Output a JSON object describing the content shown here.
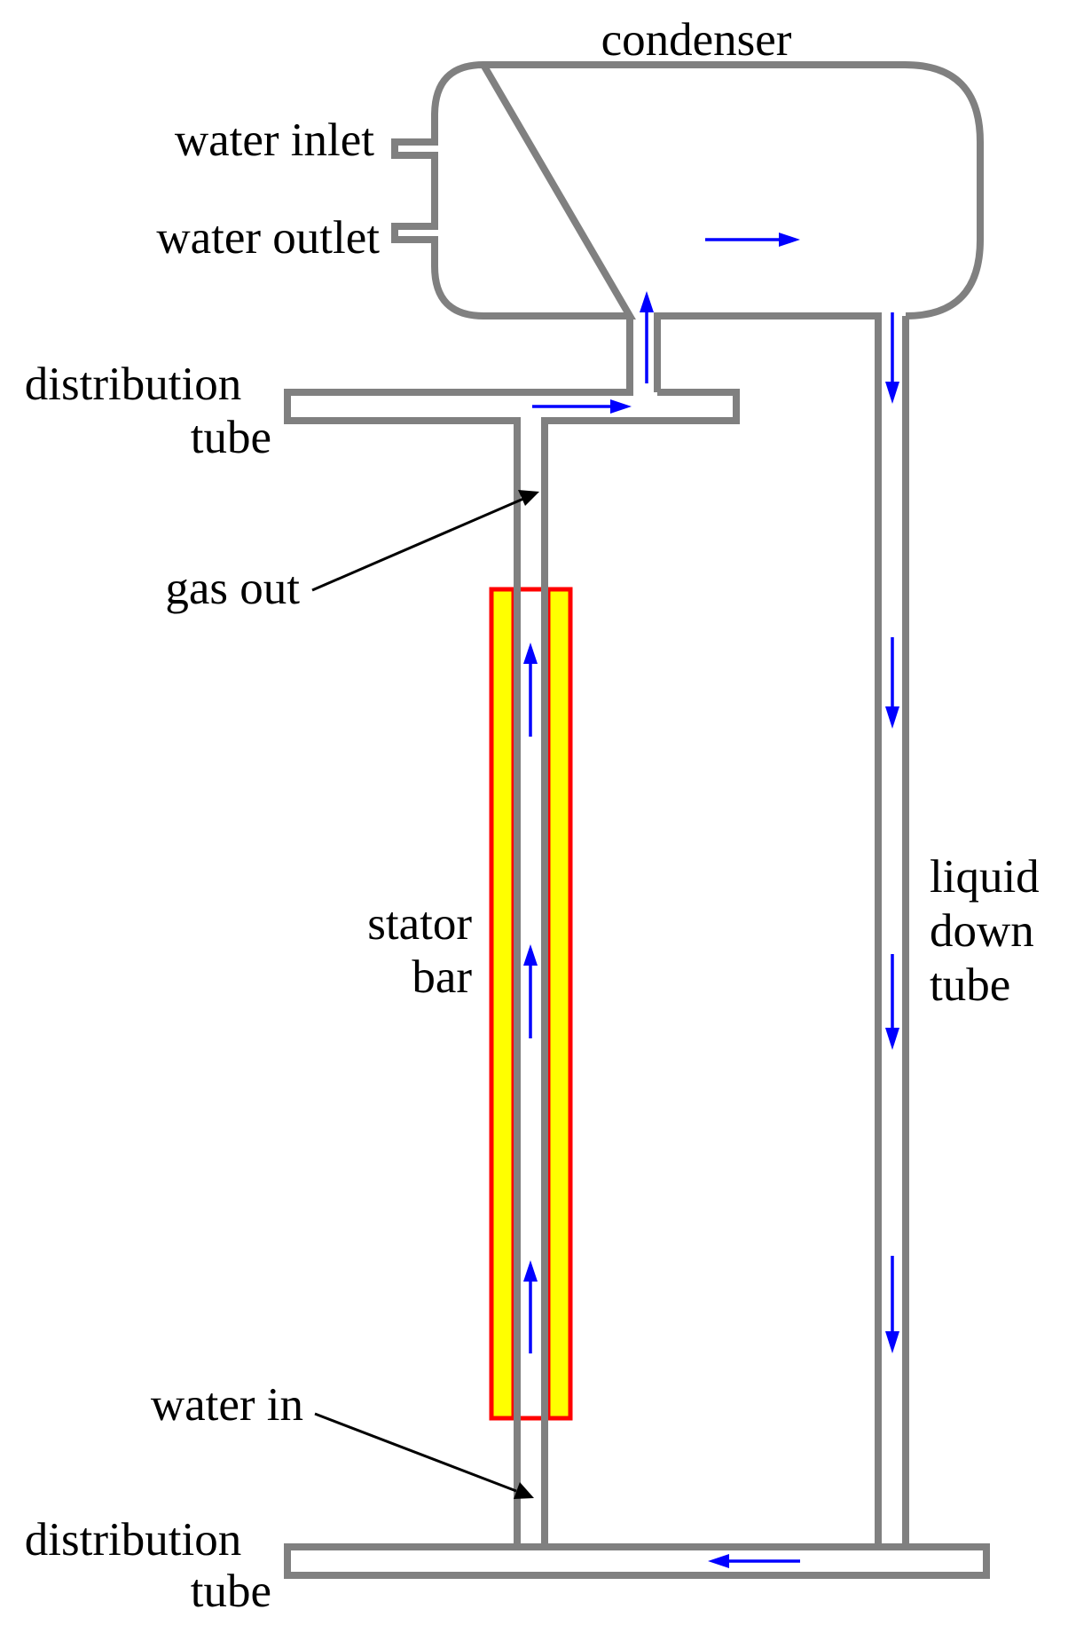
{
  "labels": {
    "condenser": "condenser",
    "water_inlet": "water inlet",
    "water_outlet": "water outlet",
    "distribution_tube_top_line1": "distribution",
    "distribution_tube_top_line2": "tube",
    "gas_out": "gas out",
    "stator_bar_line1": "stator",
    "stator_bar_line2": "bar",
    "liquid_down_tube_line1": "liquid",
    "liquid_down_tube_line2": "down",
    "liquid_down_tube_line3": "tube",
    "water_in": "water in",
    "distribution_tube_bottom_line1": "distribution",
    "distribution_tube_bottom_line2": "tube"
  },
  "colors": {
    "pipe_outline": "#808080",
    "flow_arrow": "#0000ff",
    "stator_bar_fill": "#ffff00",
    "stator_bar_border": "#ff0000",
    "pointer_line": "#000000"
  }
}
